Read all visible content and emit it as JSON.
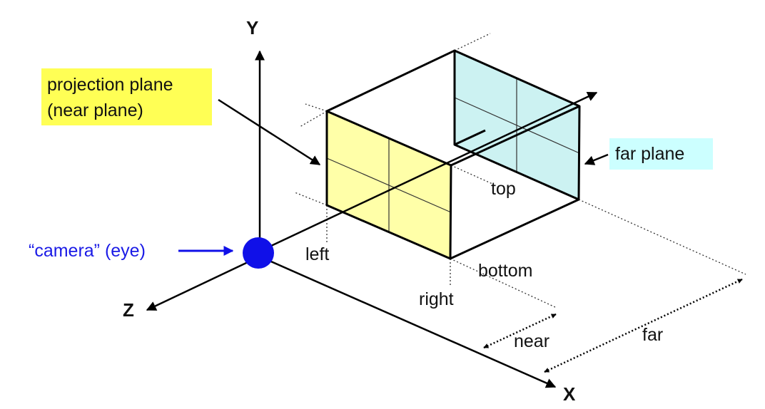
{
  "axes": {
    "y": "Y",
    "z": "Z",
    "x": "X"
  },
  "labels": {
    "projection_plane_line1": "projection plane",
    "projection_plane_line2": "(near plane)",
    "far_plane": "far plane",
    "camera": "“camera” (eye)",
    "top": "top",
    "left": "left",
    "bottom": "bottom",
    "right": "right",
    "near": "near",
    "far": "far"
  },
  "colors": {
    "near_plane_fill": "#ffffa8",
    "far_plane_fill": "#ccf2f2",
    "projection_label_bg": "#ffff55",
    "far_label_bg": "#ccffff",
    "camera": "#1010e8",
    "camera_label": "#1a1ae6"
  }
}
